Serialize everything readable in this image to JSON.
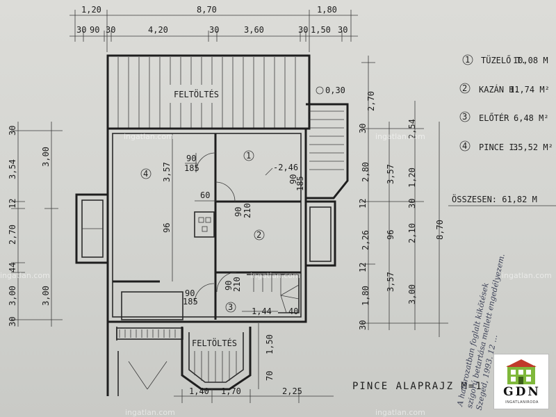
{
  "dims_top": {
    "overall": [
      "1,20",
      "8,70",
      "1,80"
    ],
    "detail": [
      "30",
      "90",
      "30",
      "4,20",
      "30",
      "3,60",
      "30",
      "1,50",
      "30"
    ]
  },
  "dims_left": {
    "outer": [
      "30",
      "3,54",
      "12",
      "2,70",
      "44",
      "3,00",
      "30"
    ],
    "inner": [
      "3,00",
      "3,00"
    ]
  },
  "dims_right": {
    "outer": [
      "2,70",
      "30",
      "2,80",
      "12",
      "2,26",
      "12",
      "1,80",
      "30"
    ],
    "mid": [
      "2,54",
      "3,57",
      "1,20",
      "30",
      "96",
      "2,10",
      "3,57",
      "3,00"
    ],
    "total": "8,70"
  },
  "dims_bottom": [
    "1,40",
    "1,70",
    "2,25"
  ],
  "dims_lower_vertical": [
    "1,50",
    "70"
  ],
  "interior_dims": {
    "room4_a": "3,57",
    "room4_b": "96",
    "door_a_w": "90",
    "door_a_h": "185",
    "door_b_w": "90",
    "door_b_h": "210",
    "stair_w": "90",
    "stair_h": "185",
    "wall_60": "60",
    "level": "-2,46",
    "level_top": "0,30",
    "door_c_w": "90",
    "door_c_h": "210",
    "door_d_w": "90",
    "door_d_h": "185",
    "stair_len": "1,44",
    "stair_w2": "40"
  },
  "room_numbers": [
    "1",
    "2",
    "3",
    "4"
  ],
  "labels": {
    "fill_top": "FELTÖLTÉS",
    "fill_bottom": "FELTÖLTÉS",
    "title": "PINCE  ALAPRAJZ  M=1"
  },
  "legend": [
    {
      "num": "1",
      "name": "TÜZELŐ T.",
      "area": "10,08 M"
    },
    {
      "num": "2",
      "name": "KAZÁN H.",
      "area": "11,74 M²"
    },
    {
      "num": "3",
      "name": "ELŐTÉR",
      "area": "6,48 M²"
    },
    {
      "num": "4",
      "name": "PINCE I.",
      "area": "35,52 M²"
    }
  ],
  "total": "ÖSSZESEN: 61,82 M",
  "stamp_lines": [
    "A határozatban foglalt kikötések",
    "szigorú betartása mellett engedélyezem.",
    "Szeged, 1993. 12 …"
  ],
  "watermark": "ingatlan.com",
  "logo": {
    "text": "GDN",
    "subtitle": "INGATLANIRODA"
  },
  "colors": {
    "paper": "#d6d7d3",
    "ink": "#1e1e1e",
    "logo_green": "#7fb83b",
    "logo_red": "#c0392b"
  }
}
